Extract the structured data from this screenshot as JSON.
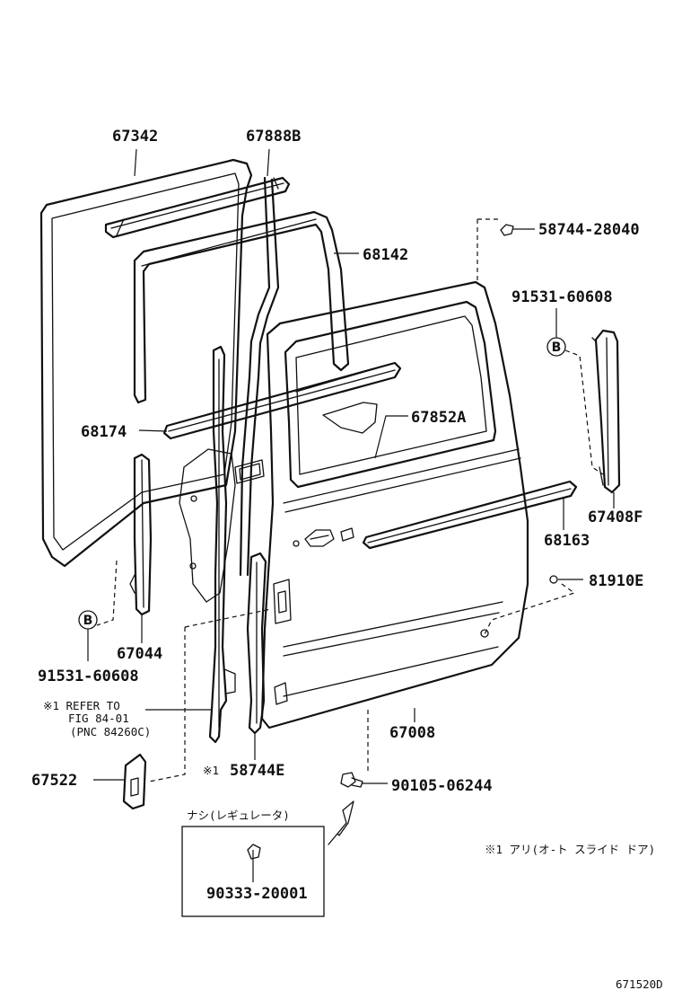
{
  "labels": {
    "p67342": "67342",
    "p67888b": "67888B",
    "p68142": "68142",
    "p58744_28040": "58744-28040",
    "p91531_60608_right": "91531-60608",
    "p68174": "68174",
    "p67852a": "67852A",
    "p67408f": "67408F",
    "p68163": "68163",
    "p81910e": "81910E",
    "p67044": "67044",
    "p91531_60608_left": "91531-60608",
    "p67008": "67008",
    "p67522": "67522",
    "p58744e": "58744E",
    "p90105_06244": "90105-06244",
    "p90333_20001": "90333-20001",
    "marker_b": "B"
  },
  "notes": {
    "refer_line1": "※1 REFER TO",
    "refer_line2": "FIG 84-01",
    "refer_line3": "(PNC 84260C)",
    "ref_mark": "※1",
    "box_caption": "ナシ(レギュレータ)",
    "footnote": "※1 アリ(オ-ト スライド ドア)",
    "figure_code": "671520D"
  }
}
